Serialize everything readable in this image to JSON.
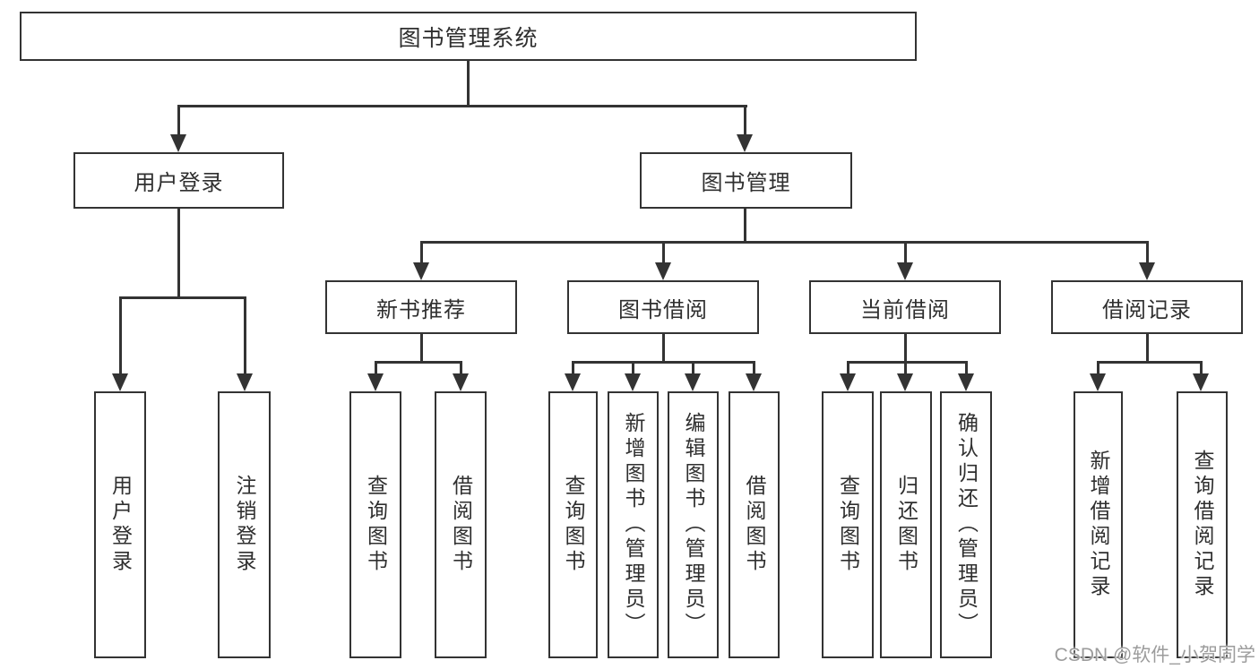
{
  "diagram_title": "图书管理系统",
  "colors": {
    "line": "#333333",
    "background": "#ffffff",
    "text": "#2f2f2f",
    "watermark": "#9c9c9c"
  },
  "tree": {
    "label": "图书管理系统",
    "children": [
      {
        "label": "用户登录",
        "children": [
          {
            "label": "用户登录"
          },
          {
            "label": "注销登录"
          }
        ]
      },
      {
        "label": "图书管理",
        "children": [
          {
            "label": "新书推荐",
            "children": [
              {
                "label": "查询图书"
              },
              {
                "label": "借阅图书"
              }
            ]
          },
          {
            "label": "图书借阅",
            "children": [
              {
                "label": "查询图书"
              },
              {
                "label": "新增图书（管理员）"
              },
              {
                "label": "编辑图书（管理员）"
              },
              {
                "label": "借阅图书"
              }
            ]
          },
          {
            "label": "当前借阅",
            "children": [
              {
                "label": "查询图书"
              },
              {
                "label": "归还图书"
              },
              {
                "label": "确认归还（管理员）"
              }
            ]
          },
          {
            "label": "借阅记录",
            "children": [
              {
                "label": "新增借阅记录"
              },
              {
                "label": "查询借阅记录"
              }
            ]
          }
        ]
      }
    ]
  },
  "watermark": {
    "text": "CSDN @软件_小贺同学"
  }
}
